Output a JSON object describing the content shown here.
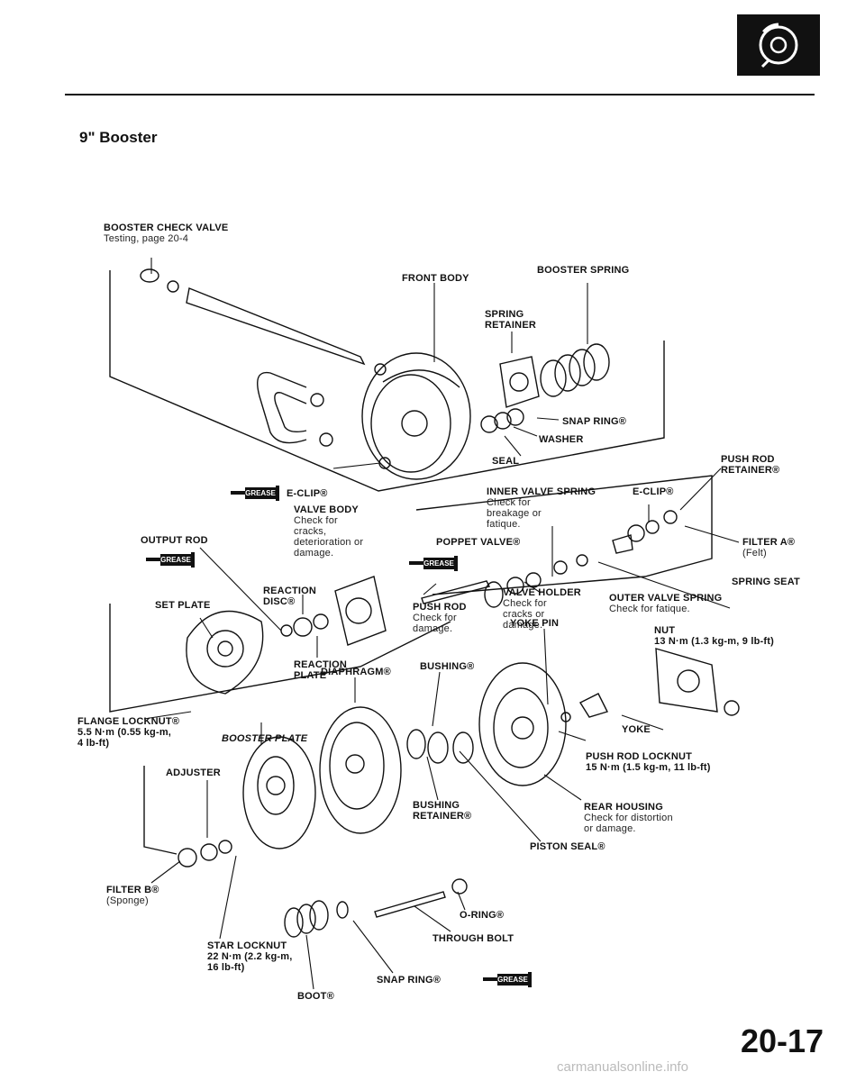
{
  "header": {
    "title": "9\" Booster",
    "logo_icon": "brake-disc-icon",
    "rule_color": "#111111"
  },
  "labels": {
    "booster_check_valve": {
      "name": "BOOSTER CHECK VALVE",
      "note": "Testing, page 20-4"
    },
    "front_body": "FRONT BODY",
    "booster_spring": "BOOSTER SPRING",
    "spring_retainer": [
      "SPRING",
      "RETAINER"
    ],
    "snap_ring_1": "SNAP RING®",
    "washer": "WASHER",
    "seal": "SEAL",
    "push_rod_retainer": [
      "PUSH ROD",
      "RETAINER®"
    ],
    "e_clip_left": "E-CLIP®",
    "e_clip_right": "E-CLIP®",
    "valve_body": {
      "name": "VALVE BODY",
      "note": [
        "Check for",
        "cracks,",
        "deterioration or",
        "damage."
      ]
    },
    "inner_valve_spring": {
      "name": "INNER VALVE SPRING",
      "note": [
        "Check for",
        "breakage or",
        "fatique."
      ]
    },
    "poppet_valve": "POPPET VALVE®",
    "filter_a": {
      "name": "FILTER A®",
      "note": "(Felt)"
    },
    "output_rod": "OUTPUT ROD",
    "spring_seat": "SPRING SEAT",
    "set_plate": "SET PLATE",
    "reaction_disc": [
      "REACTION",
      "DISC®"
    ],
    "valve_holder": {
      "name": "VALVE HOLDER",
      "note": [
        "Check for",
        "cracks or",
        "damage."
      ]
    },
    "outer_valve_spring": {
      "name": "OUTER VALVE SPRING",
      "note": "Check for fatique."
    },
    "push_rod": {
      "name": "PUSH ROD",
      "note": [
        "Check for",
        "damage."
      ]
    },
    "nut": {
      "name": "NUT",
      "torque": "13 N·m (1.3 kg-m, 9 lb-ft)"
    },
    "yoke_pin": "YOKE PIN",
    "reaction_plate": [
      "REACTION",
      "PLATE"
    ],
    "bushing": "BUSHING®",
    "diaphragm": "DIAPHRAGM®",
    "flange_locknut": {
      "name": "FLANGE LOCKNUT®",
      "torque": [
        "5.5 N·m (0.55 kg-m,",
        "4 lb-ft)"
      ]
    },
    "yoke": "YOKE",
    "booster_plate": "BOOSTER PLATE",
    "push_rod_locknut": {
      "name": "PUSH ROD LOCKNUT",
      "torque": "15 N·m (1.5 kg-m, 11 lb-ft)"
    },
    "adjuster": "ADJUSTER",
    "bushing_retainer": [
      "BUSHING",
      "RETAINER®"
    ],
    "rear_housing": {
      "name": "REAR HOUSING",
      "note": [
        "Check for distortion",
        "or damage."
      ]
    },
    "piston_seal": "PISTON SEAL®",
    "filter_b": {
      "name": "FILTER B®",
      "note": "(Sponge)"
    },
    "o_ring": "O-RING®",
    "star_locknut": {
      "name": "STAR LOCKNUT",
      "torque": [
        "22 N·m (2.2 kg-m,",
        "16 lb-ft)"
      ]
    },
    "through_bolt": "THROUGH BOLT",
    "snap_ring_2": "SNAP RING®",
    "boot": "BOOT®"
  },
  "grease_tag": "GREASE",
  "page_number": "20-17",
  "watermark": "carmanualsonline.info"
}
